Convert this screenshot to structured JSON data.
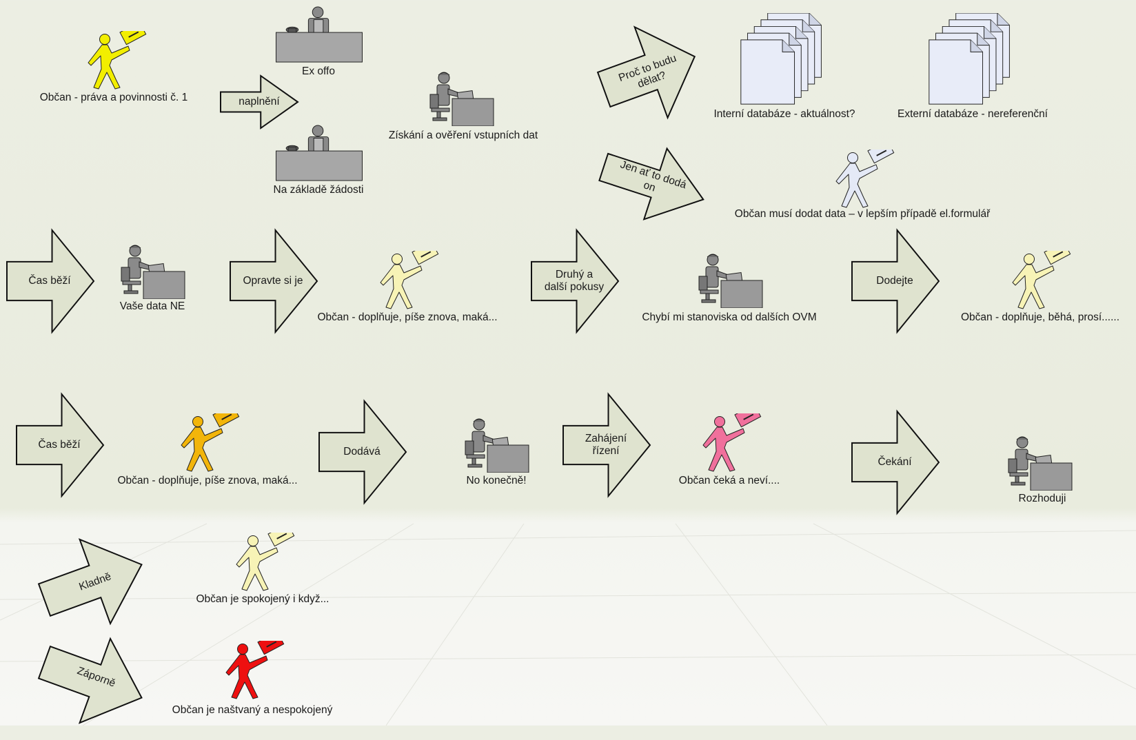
{
  "colors": {
    "arrow_fill": "#dfe3cf",
    "arrow_stroke": "#111111",
    "citizen_yellow": "#f2ee00",
    "citizen_pale": "#f7f3b6",
    "citizen_light_blue": "#e4e9f6",
    "citizen_orange": "#f2b50a",
    "citizen_pink": "#f0709c",
    "citizen_red": "#ee1010",
    "clerk_gray": "#8a8a8a",
    "document_fill": "#e8ecf8"
  },
  "people": [
    {
      "icon": "walking-citizen-icon",
      "color": "#f2ee00",
      "label": "Občan - práva a povinnosti č. 1"
    },
    {
      "icon": "desk-clerk-icon",
      "label": "Ex offo"
    },
    {
      "icon": "desk-clerk-icon",
      "label": "Na základě žádosti"
    },
    {
      "icon": "computer-clerk-icon",
      "label": "Získání a ověření vstupních dat"
    },
    {
      "icon": "document-stack-icon",
      "label": "Interní databáze - aktuálnost?"
    },
    {
      "icon": "document-stack-icon",
      "label": "Externí databáze - nereferenční"
    },
    {
      "icon": "walking-citizen-icon",
      "color": "#e4e9f6",
      "label": "Občan musí dodat data – v lepším případě el.formulář"
    },
    {
      "icon": "computer-clerk-icon",
      "label": "Vaše data NE"
    },
    {
      "icon": "walking-citizen-icon",
      "color": "#f7f3b6",
      "label": "Občan - doplňuje, píše znova, maká..."
    },
    {
      "icon": "computer-clerk-icon",
      "label": "Chybí mi stanoviska od dalších OVM"
    },
    {
      "icon": "walking-citizen-icon",
      "color": "#f7f3b6",
      "label": "Občan - doplňuje, běhá, prosí......"
    },
    {
      "icon": "walking-citizen-icon",
      "color": "#f2b50a",
      "label": "Občan - doplňuje, píše znova, maká..."
    },
    {
      "icon": "computer-clerk-icon",
      "label": "No konečně!"
    },
    {
      "icon": "walking-citizen-icon",
      "color": "#f0709c",
      "label": "Občan čeká a neví...."
    },
    {
      "icon": "computer-clerk-icon",
      "label": "Rozhoduji"
    },
    {
      "icon": "walking-citizen-icon",
      "color": "#f7f3b6",
      "label": "Občan je spokojený i když..."
    },
    {
      "icon": "walking-citizen-icon",
      "color": "#ee1010",
      "label": "Občan je naštvaný a nespokojený"
    }
  ],
  "arrows": [
    {
      "label": "naplnění"
    },
    {
      "label": "Proč to budu\ndělat?"
    },
    {
      "label": "Jen ať to dodá\non"
    },
    {
      "label": "Čas běží"
    },
    {
      "label": "Opravte si je"
    },
    {
      "label": "Druhý a\ndalší pokusy"
    },
    {
      "label": "Dodejte"
    },
    {
      "label": "Čas běží"
    },
    {
      "label": "Dodává"
    },
    {
      "label": "Zahájení\nřízení"
    },
    {
      "label": "Čekání"
    },
    {
      "label": "Kladně"
    },
    {
      "label": "Záporně"
    }
  ]
}
